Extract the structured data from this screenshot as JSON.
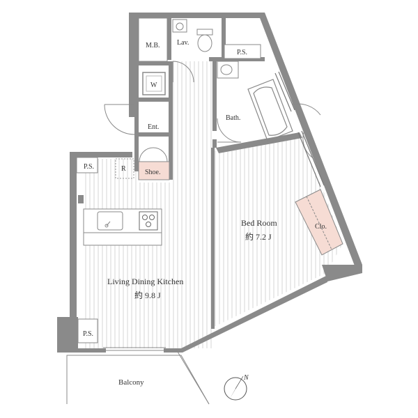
{
  "colors": {
    "wall": "#7a7a7a",
    "wall_light": "#9a9a9a",
    "floor_stripe": "#d4d4d4",
    "fixture": "#888888",
    "shoe_fill": "#f6dcd4",
    "closet_fill": "#f6dcd4",
    "label": "#333333"
  },
  "rooms": {
    "mb": "M.B.",
    "lav": "Lav.",
    "ps_top": "P.S.",
    "w": "W",
    "ent": "Ent.",
    "bath": "Bath.",
    "ps_left": "P.S.",
    "r": "R",
    "shoe": "Shoe.",
    "bedroom_name": "Bed Room",
    "bedroom_size": "約 7.2 J",
    "closet": "Clo.",
    "ldk_name": "Living Dining Kitchen",
    "ldk_size": "約 9.8 J",
    "ps_bottom": "P.S.",
    "balcony": "Balcony"
  },
  "compass": {
    "north_label": "N"
  }
}
